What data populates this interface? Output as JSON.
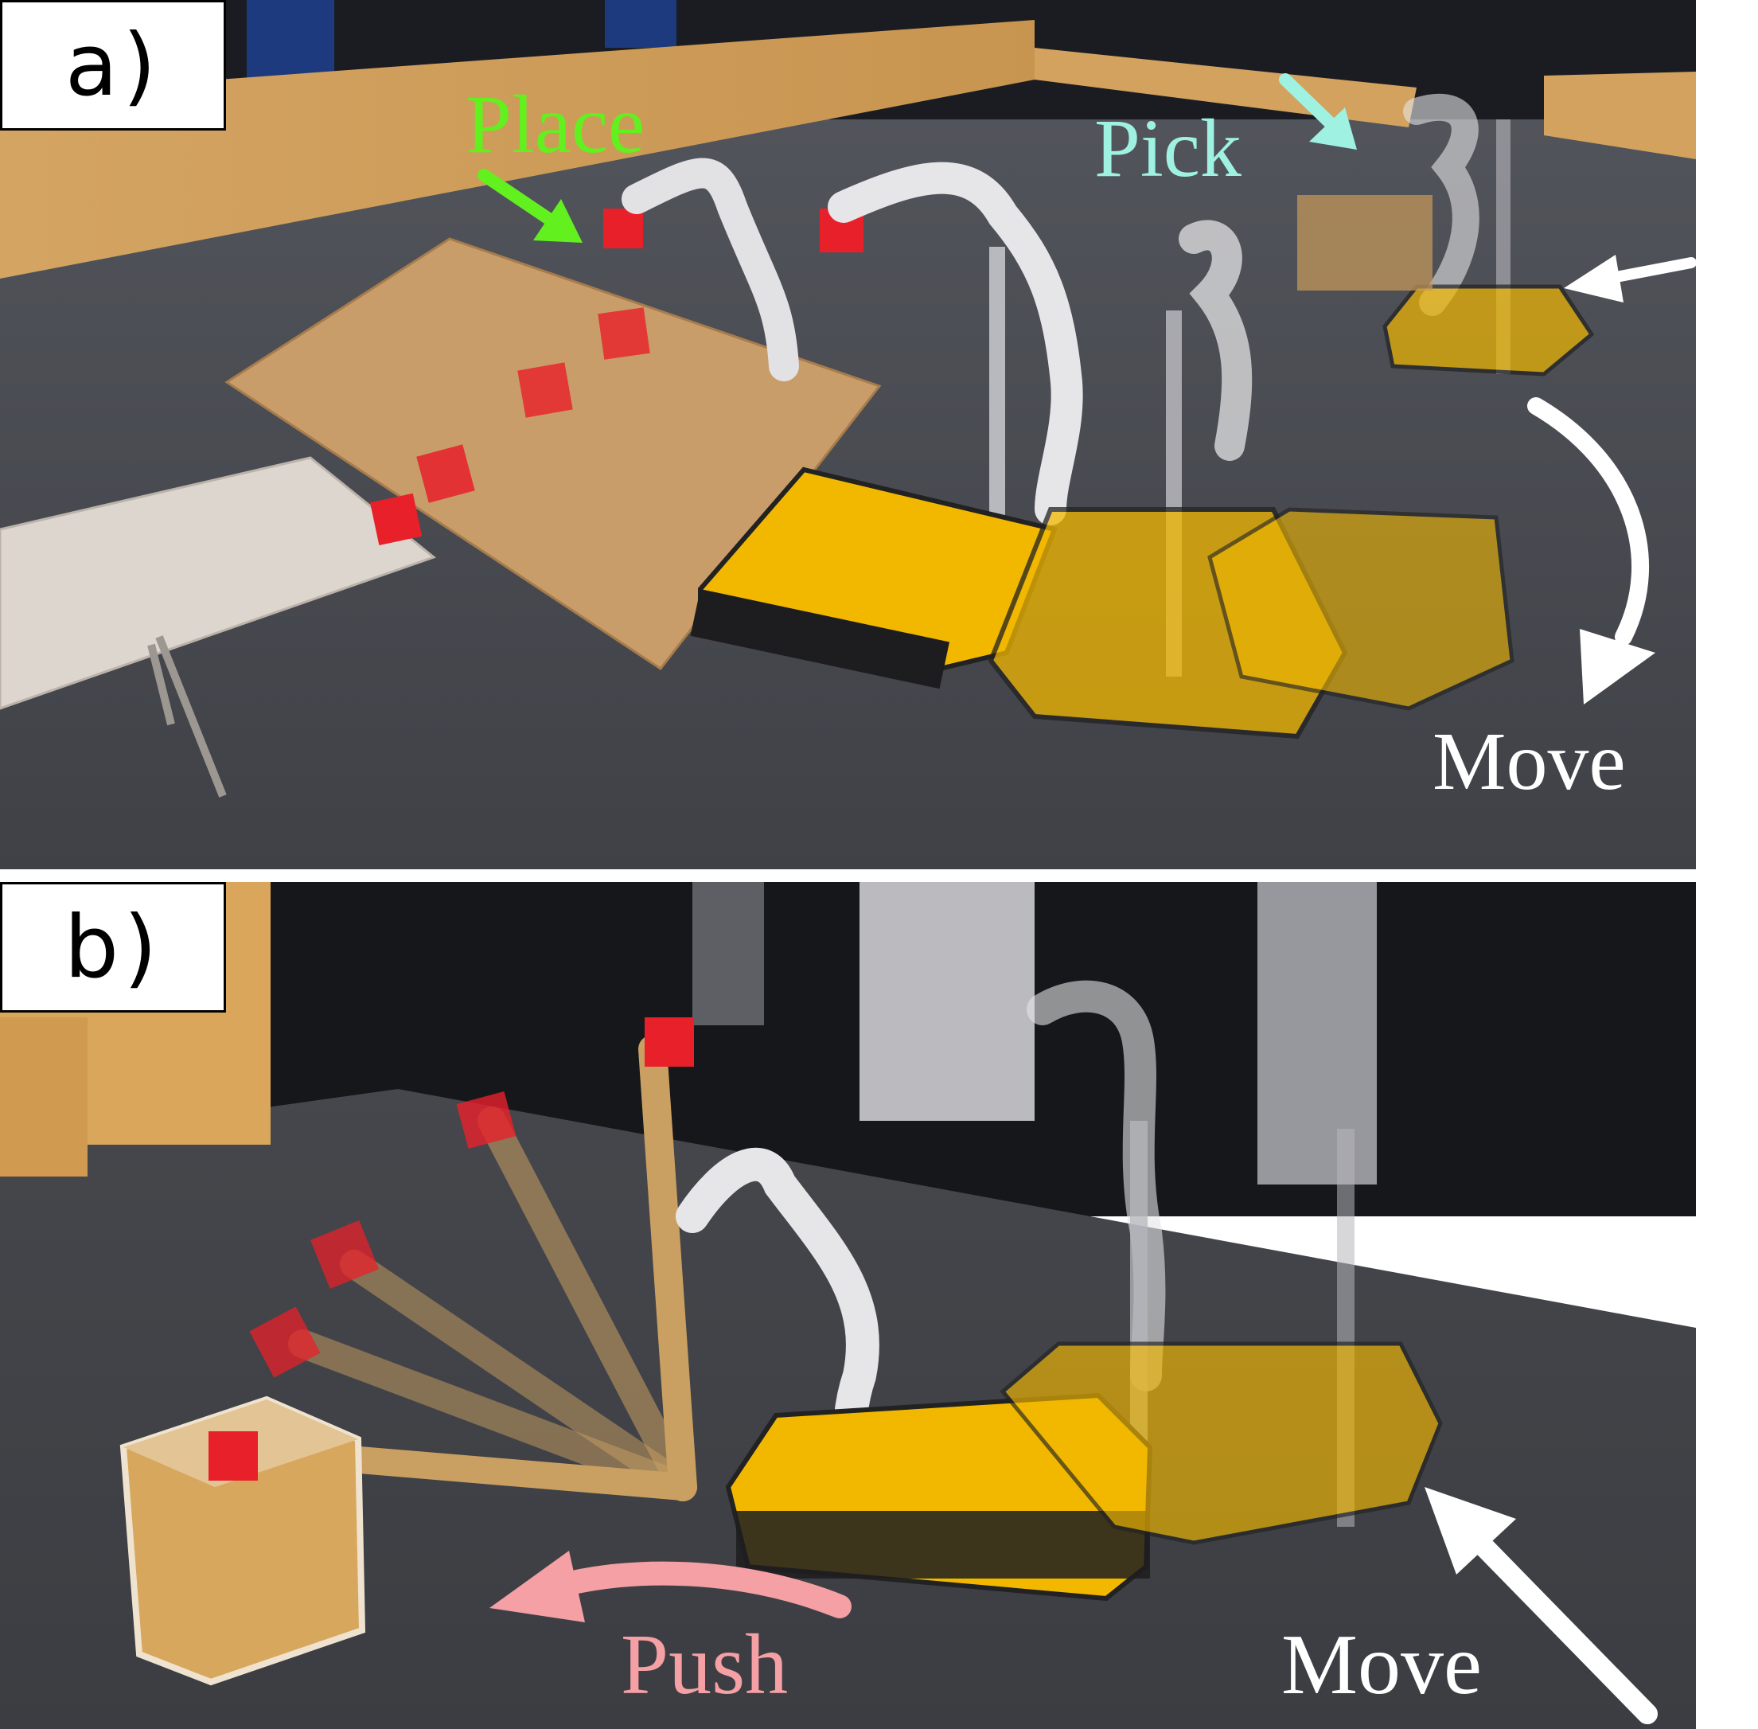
{
  "panels": [
    {
      "tag": "a)",
      "labels": {
        "place": "Place",
        "pick": "Pick",
        "move": "Move"
      }
    },
    {
      "tag": "b)",
      "labels": {
        "push": "Push",
        "move": "Move"
      }
    }
  ],
  "colors": {
    "place": "#62f01e",
    "pick": "#9ff2e2",
    "move": "#ffffff",
    "push": "#f4a0a4",
    "robot_base": "#f2b800",
    "cube": "#e8202a",
    "floor": "#4a4c52",
    "wall": "#d9a85e"
  }
}
